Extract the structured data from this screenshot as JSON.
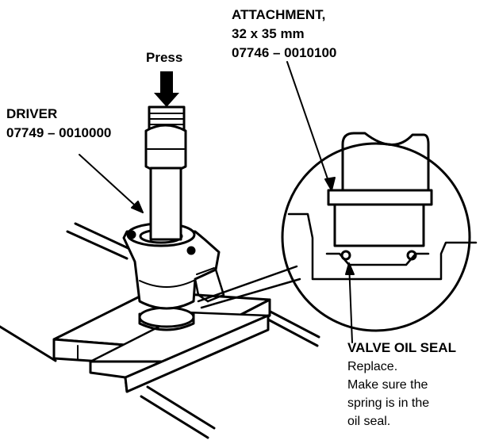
{
  "labels": {
    "press": "Press",
    "driver_name": "DRIVER",
    "driver_part": "07749 – 0010000",
    "attachment_name": "ATTACHMENT,",
    "attachment_size": "32 x 35 mm",
    "attachment_part": "07746 – 0010100",
    "seal_name": "VALVE OIL SEAL",
    "seal_note_1": "Replace.",
    "seal_note_2": "Make sure the",
    "seal_note_3": "spring is in the",
    "seal_note_4": "oil seal."
  },
  "colors": {
    "ink": "#000000",
    "paper": "#ffffff"
  }
}
